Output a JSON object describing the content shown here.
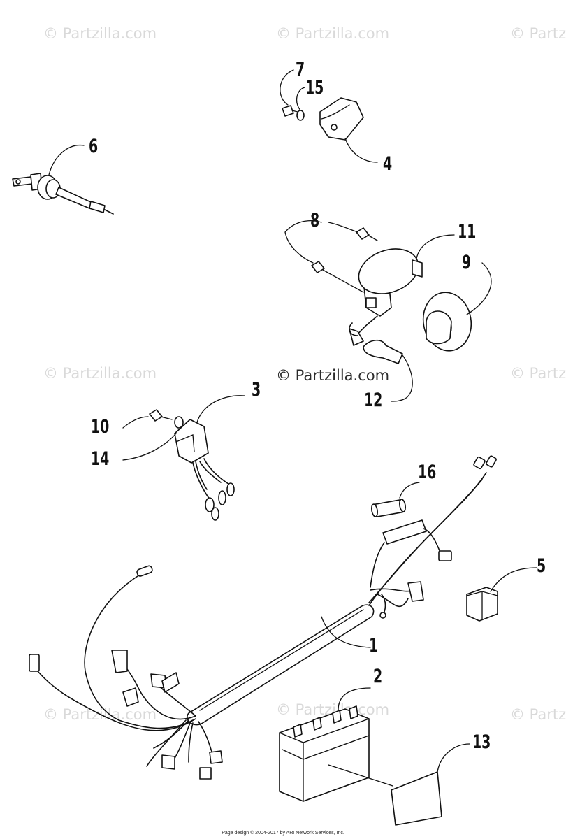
{
  "watermarks": [
    {
      "id": "wm1",
      "text": "© Partzilla.com"
    },
    {
      "id": "wm2",
      "text": "© Partzilla.com"
    },
    {
      "id": "wm3",
      "text": "© Partz"
    },
    {
      "id": "wm4",
      "text": "© Partzilla.com"
    },
    {
      "id": "wm5",
      "text": "© Partzilla.com"
    },
    {
      "id": "wm6",
      "text": "© Partz"
    },
    {
      "id": "wm7",
      "text": "© Partzilla.com"
    },
    {
      "id": "wm8",
      "text": "© Partzilla.com"
    },
    {
      "id": "wm9",
      "text": "© Partz"
    }
  ],
  "callouts": [
    "1",
    "2",
    "3",
    "4",
    "5",
    "6",
    "7",
    "8",
    "9",
    "10",
    "11",
    "12",
    "13",
    "14",
    "15",
    "16"
  ],
  "footer": "Page design © 2004-2017 by ARI Network Services, Inc."
}
